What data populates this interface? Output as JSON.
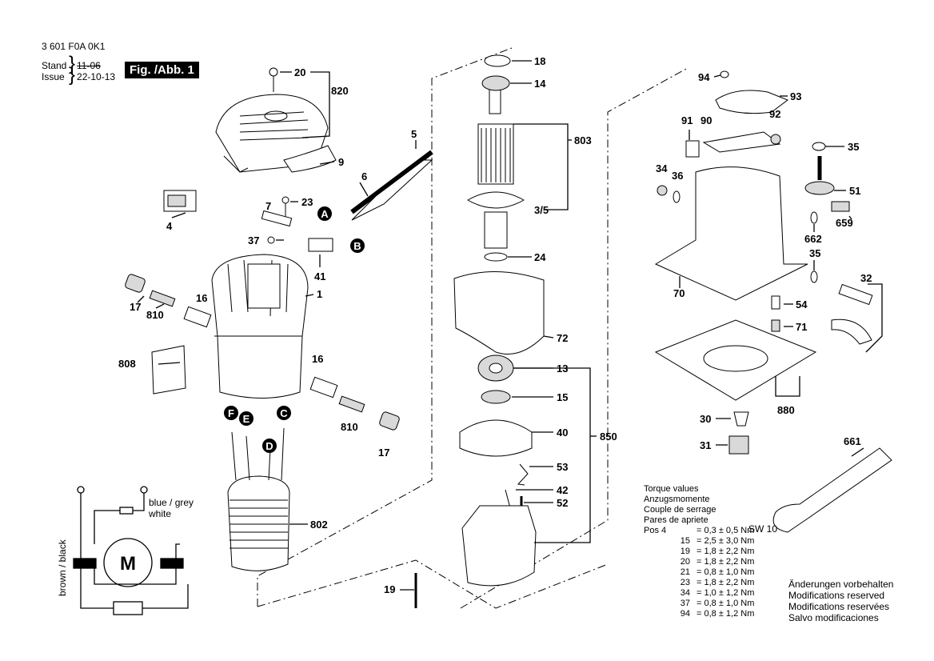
{
  "header": {
    "doc_number": "3 601 F0A 0K1",
    "stand_label": "Stand",
    "issue_label": "Issue",
    "old_date": "11-06",
    "new_date": "22-10-13",
    "figure_label": "Fig. /Abb. 1"
  },
  "parts": {
    "p4": "4",
    "p5": "5",
    "p6": "6",
    "p7": "7",
    "p9": "9",
    "p820": "820",
    "p20": "20",
    "p23": "23",
    "p37": "37",
    "p41": "41",
    "p1": "1",
    "p16a": "16",
    "p16b": "16",
    "p17a": "17",
    "p17b": "17",
    "p810a": "810",
    "p810b": "810",
    "p808": "808",
    "p802": "802",
    "p18": "18",
    "p14": "14",
    "p803": "803",
    "p35": "3/5",
    "p24": "24",
    "p72": "72",
    "p13": "13",
    "p15": "15",
    "p40": "40",
    "p850": "850",
    "p53": "53",
    "p42": "42",
    "p52": "52",
    "p19": "19",
    "p94": "94",
    "p93": "93",
    "p91": "91",
    "p90": "90",
    "p92": "92",
    "p35r1": "35",
    "p34": "34",
    "p36": "36",
    "p51": "51",
    "p659": "659",
    "p662": "662",
    "p35r2": "35",
    "p70": "70",
    "p32": "32",
    "p54": "54",
    "p71": "71",
    "p880": "880",
    "p30": "30",
    "p31": "31",
    "p661": "661",
    "sw10": "SW 10"
  },
  "connectors": {
    "A": "A",
    "B": "B",
    "C": "C",
    "D": "D",
    "E": "E",
    "F": "F"
  },
  "wiring": {
    "motor_letter": "M",
    "label_blue_grey": "blue / grey",
    "label_white": "white",
    "label_brown_black": "brown / black"
  },
  "torque": {
    "heading": [
      "Torque values",
      "Anzugsmomente",
      "Couple de serrage",
      "Pares de apriete"
    ],
    "rows": [
      {
        "pos": "Pos   4",
        "value": "=  0,3 ± 0,5 Nm"
      },
      {
        "pos": "15",
        "value": "=  2,5 ± 3,0 Nm"
      },
      {
        "pos": "19",
        "value": "=  1,8 ± 2,2 Nm"
      },
      {
        "pos": "20",
        "value": "=  1,8 ± 2,2 Nm"
      },
      {
        "pos": "21",
        "value": "=  0,8 ± 1,0 Nm"
      },
      {
        "pos": "23",
        "value": "=  1,8 ± 2,2 Nm"
      },
      {
        "pos": "34",
        "value": "=  1,0 ± 1,2 Nm"
      },
      {
        "pos": "37",
        "value": "=  0,8 ± 1,0 Nm"
      },
      {
        "pos": "94",
        "value": "=  0,8 ± 1,2 Nm"
      }
    ]
  },
  "modifications": [
    "Änderungen vorbehalten",
    "Modifications reserved",
    "Modifications reservées",
    "Salvo modificaciones"
  ],
  "colors": {
    "ink": "#000000",
    "paper": "#ffffff",
    "shade": "#d9d9d9"
  }
}
